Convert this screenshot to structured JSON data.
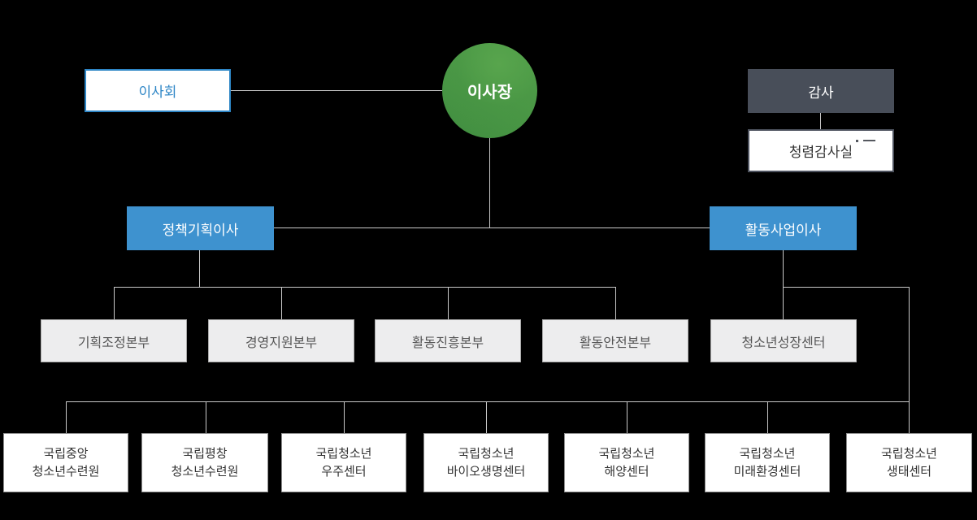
{
  "org": {
    "chairman": "이사장",
    "board": "이사회",
    "auditor": "감사",
    "audit_office": "청렴감사실",
    "directors": [
      {
        "label": "정책기획이사"
      },
      {
        "label": "활동사업이사"
      }
    ],
    "divisions": [
      {
        "label": "기획조정본부"
      },
      {
        "label": "경영지원본부"
      },
      {
        "label": "활동진흥본부"
      },
      {
        "label": "활동안전본부"
      },
      {
        "label": "청소년성장센터"
      }
    ],
    "centers": [
      {
        "line1": "국립중앙",
        "line2": "청소년수련원"
      },
      {
        "line1": "국립평창",
        "line2": "청소년수련원"
      },
      {
        "line1": "국립청소년",
        "line2": "우주센터"
      },
      {
        "line1": "국립청소년",
        "line2": "바이오생명센터"
      },
      {
        "line1": "국립청소년",
        "line2": "해양센터"
      },
      {
        "line1": "국립청소년",
        "line2": "미래환경센터"
      },
      {
        "line1": "국립청소년",
        "line2": "생태센터"
      }
    ]
  },
  "colors": {
    "background": "#000000",
    "connector": "#C9C9C9",
    "director_blue": "#3E92CF",
    "board_border_blue": "#2E86C6",
    "chairman_green_light": "#58A54D",
    "chairman_green_dark": "#3F8C3F",
    "auditor_dark_slate": "#484E59",
    "division_gray": "#EDEDEE",
    "box_white": "#FFFFFF"
  }
}
